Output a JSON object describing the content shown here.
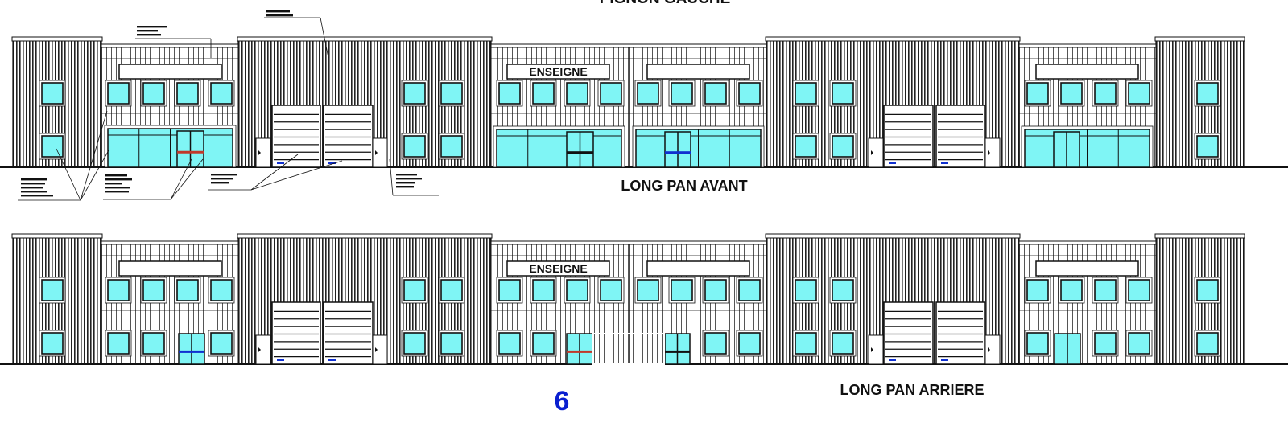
{
  "drawing": {
    "top_title_cropped": "PIGNON GAUCHE",
    "front_elevation_label": "LONG PAN AVANT",
    "rear_elevation_label": "LONG PAN ARRIERE",
    "sign_text": "ENSEIGNE",
    "page_marker": "6"
  },
  "colors": {
    "glass": "#7ff5f5",
    "outline": "#111111",
    "cladding_dense": "#222222",
    "cladding_light": "#555555",
    "door_bar_red": "#c0392b",
    "door_bar_blue": "#1030d0",
    "door_bar_black": "#111111",
    "page_marker": "#0a1fd0"
  }
}
